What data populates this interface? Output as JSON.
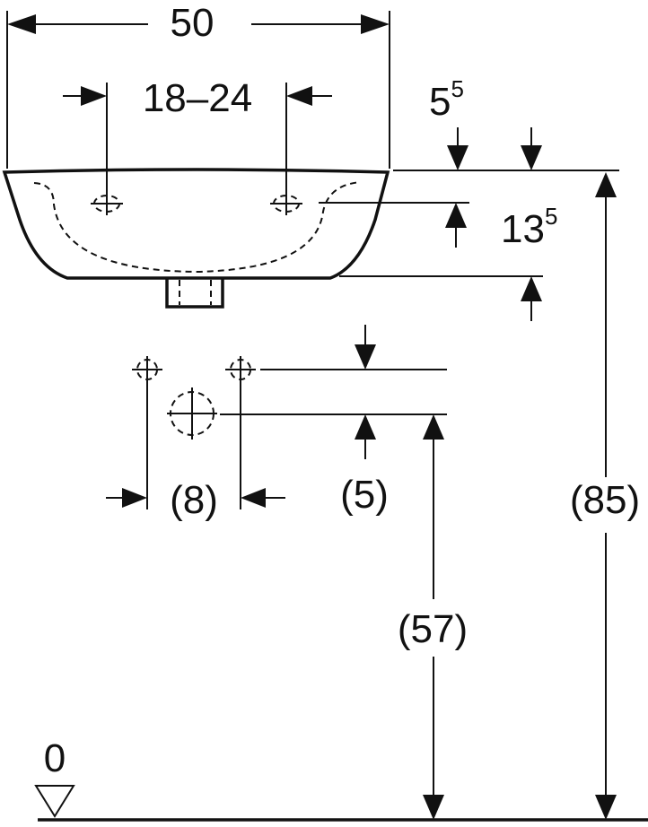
{
  "dimensions": {
    "width_total": "50",
    "tap_spacing": "18–24",
    "rim_offset_base": "5",
    "rim_offset_sup": "5",
    "bowl_depth_base": "13",
    "bowl_depth_sup": "5",
    "supply_spacing": "(8)",
    "supply_to_drain": "(5)",
    "drain_height": "(57)",
    "rim_height": "(85)",
    "floor_level": "0"
  },
  "colors": {
    "line": "#111111",
    "background": "#ffffff"
  }
}
